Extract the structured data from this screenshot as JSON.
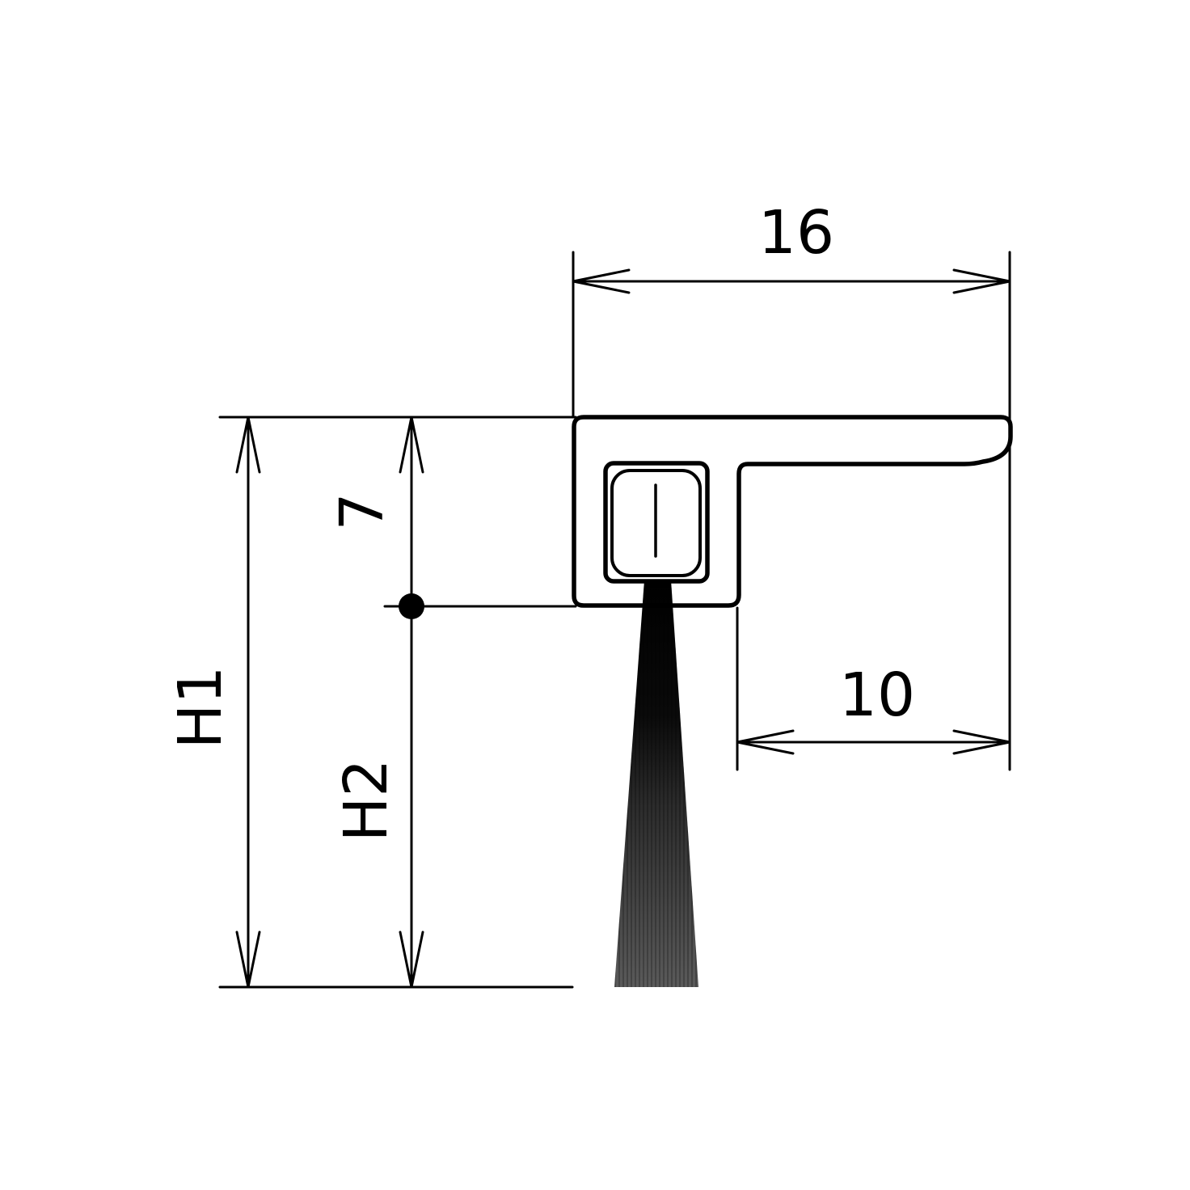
{
  "drawing": {
    "dimensions": {
      "width_total": "16",
      "width_flange": "10",
      "height_holder": "7",
      "height_total": "H1",
      "height_brush": "H2"
    },
    "colors": {
      "line": "#000000",
      "background": "#ffffff"
    }
  }
}
